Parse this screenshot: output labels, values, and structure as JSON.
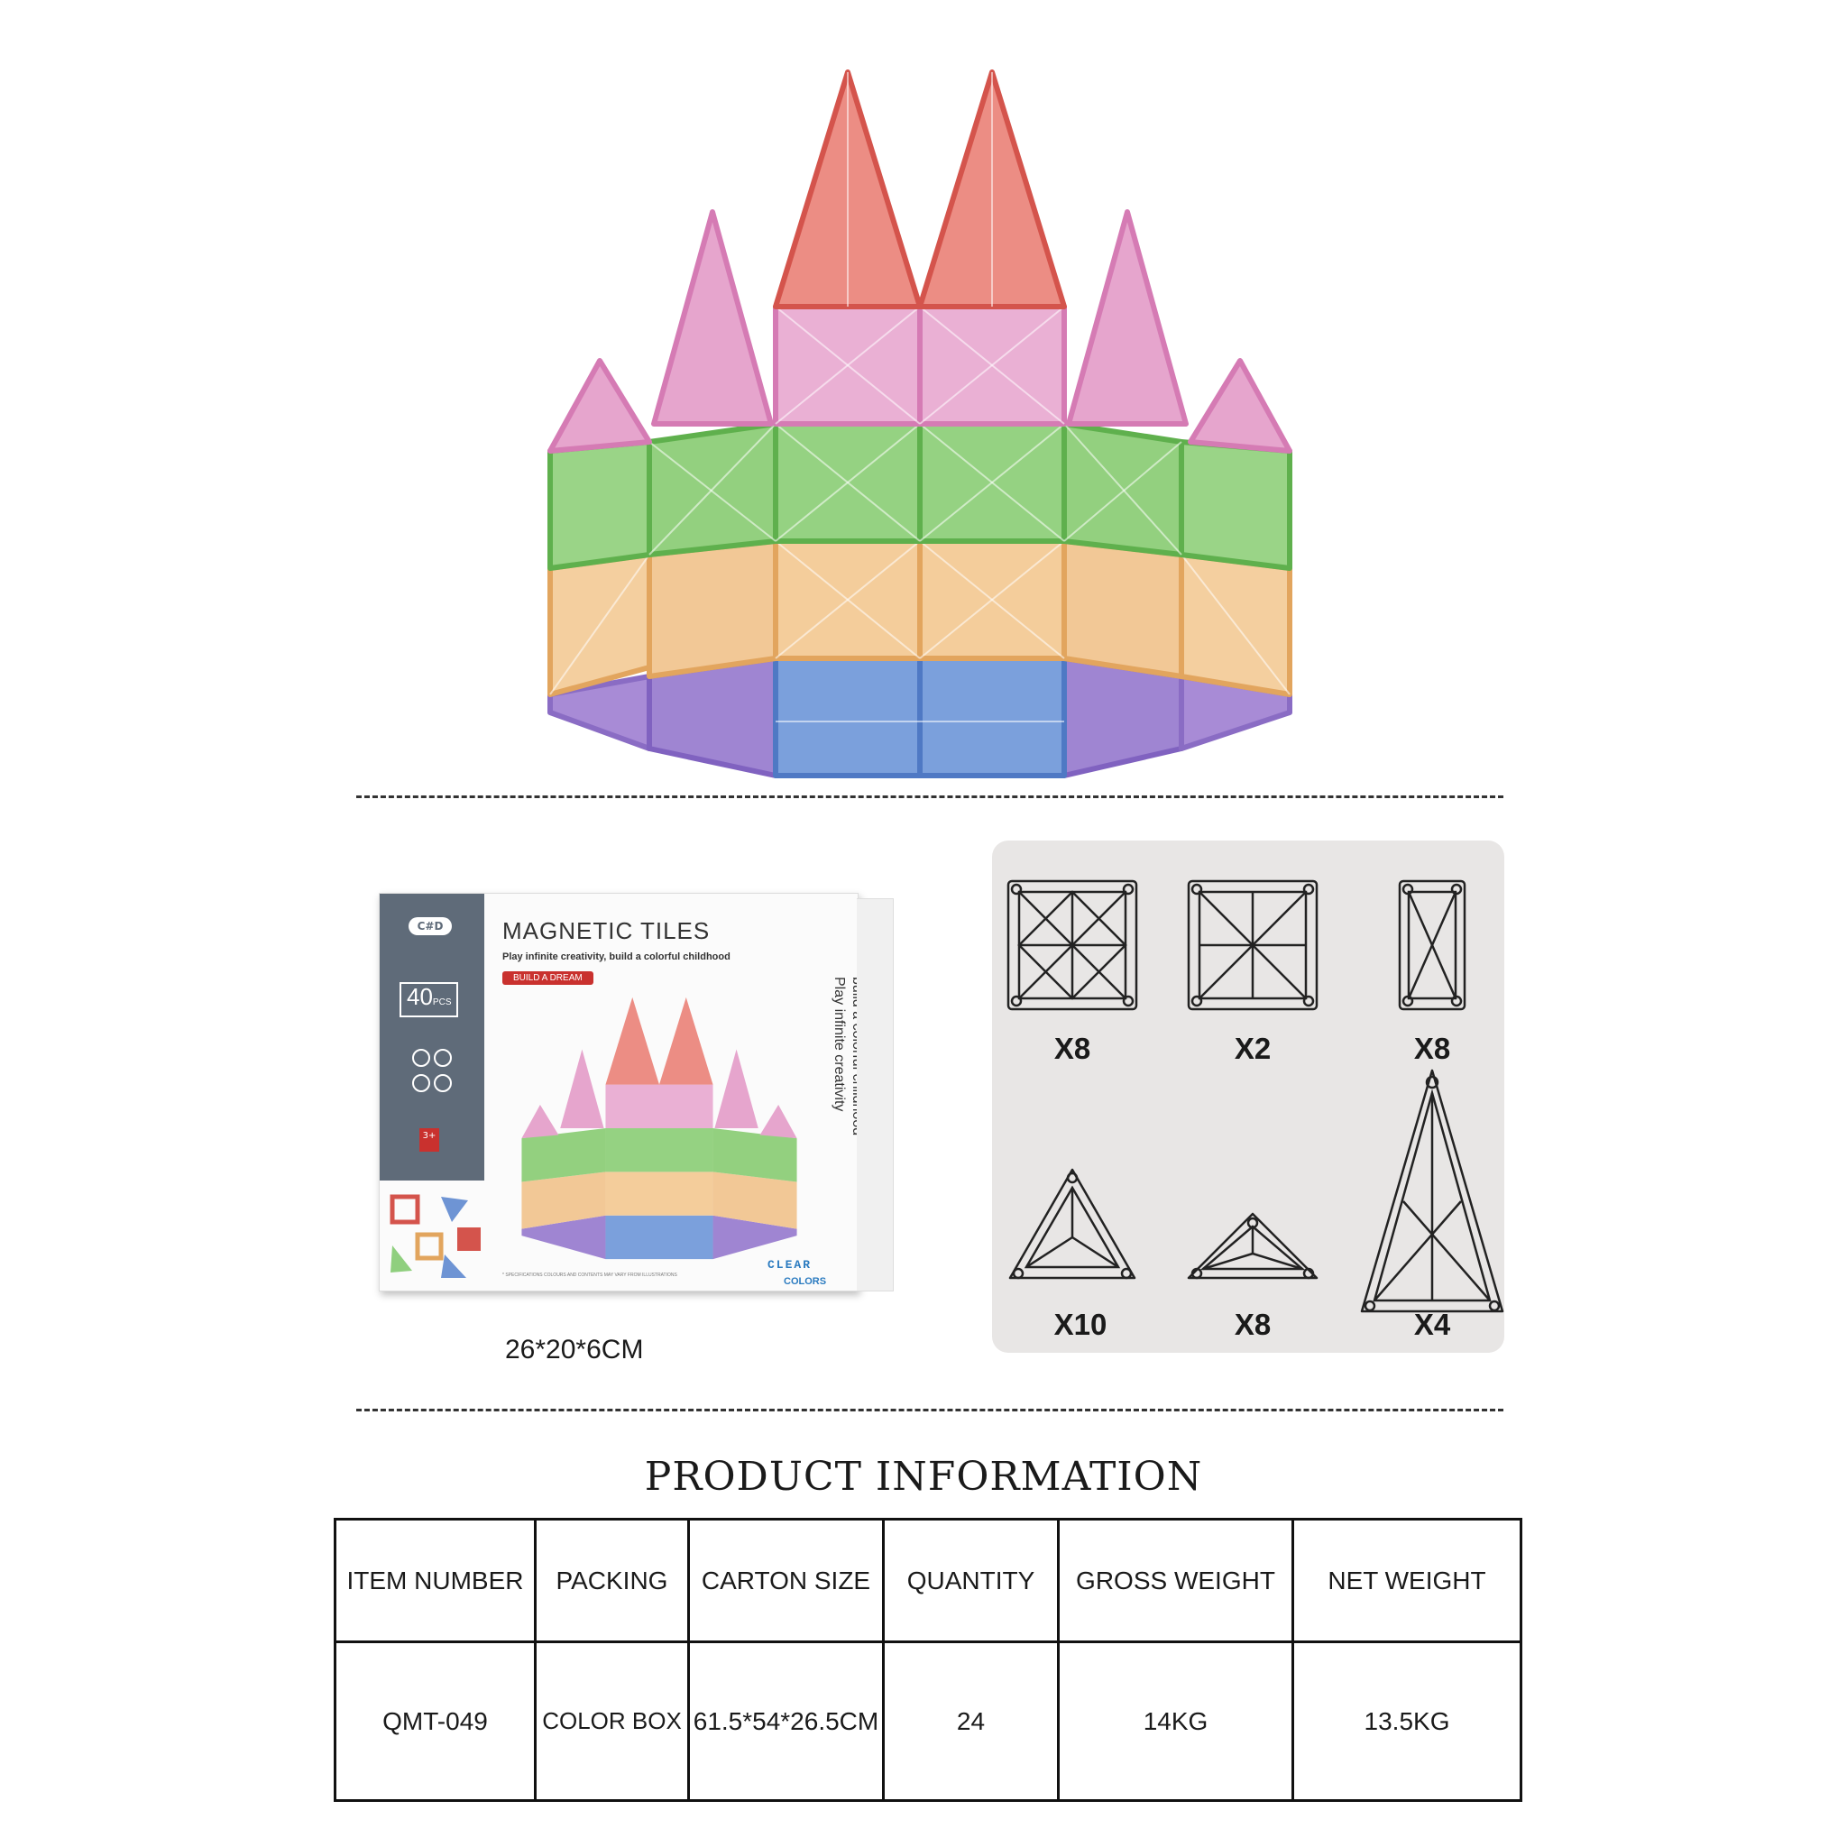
{
  "box": {
    "logo": "C#D",
    "title": "MAGNETIC TILES",
    "subtitle": "Play infinite creativity, build a colorful childhood",
    "tag": "BUILD A DREAM",
    "pcs_number": "40",
    "pcs_unit": "PCS",
    "age": "3+",
    "note": "* SPECIFICATIONS COLOURS AND CONTENTS MAY VARY FROM ILLUSTRATIONS",
    "side_text_1": "Play infinite creativity",
    "side_text_2": "build a colorful childhood",
    "clear": "CLEAR",
    "colors": "COLORS",
    "size": "26*20*6CM"
  },
  "pieces": {
    "items": [
      {
        "shape": "square-diagonal",
        "qty": "X8"
      },
      {
        "shape": "square-cross",
        "qty": "X2"
      },
      {
        "shape": "rectangle",
        "qty": "X8"
      },
      {
        "shape": "equilateral-triangle",
        "qty": "X10"
      },
      {
        "shape": "right-triangle",
        "qty": "X8"
      },
      {
        "shape": "tall-triangle",
        "qty": "X4"
      }
    ]
  },
  "info": {
    "title": "PRODUCT INFORMATION",
    "headers": [
      "ITEM NUMBER",
      "PACKING",
      "CARTON SIZE",
      "QUANTITY",
      "GROSS WEIGHT",
      "NET WEIGHT"
    ],
    "values": [
      "QMT-049",
      "COLOR BOX",
      "61.5*54*26.5CM",
      "24",
      "14KG",
      "13.5KG"
    ]
  },
  "colors": {
    "red": "#e8796f",
    "pink": "#e6a5cd",
    "green": "#8fcf7e",
    "orange": "#f2c896",
    "purple": "#9e84d0",
    "blue": "#6e94d4"
  }
}
